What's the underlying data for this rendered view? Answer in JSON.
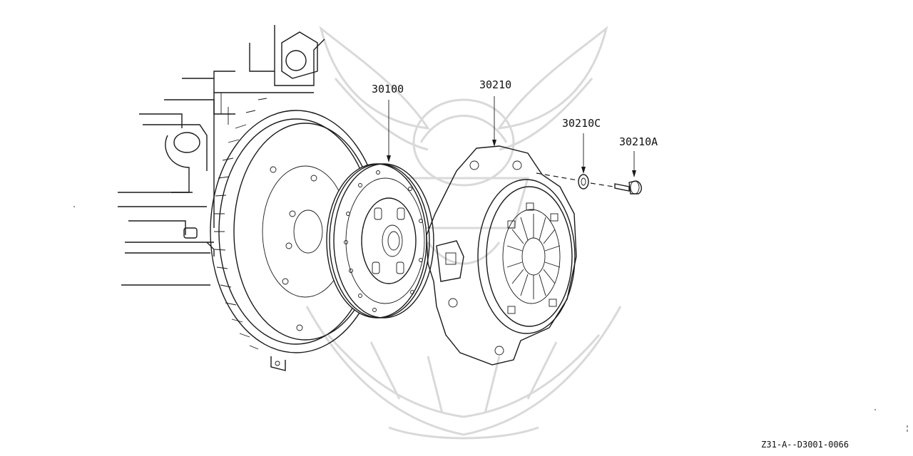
{
  "parts": [
    {
      "id": "clutch-disc",
      "label": "30100"
    },
    {
      "id": "pressure-plate",
      "label": "30210"
    },
    {
      "id": "washer",
      "label": "30210C"
    },
    {
      "id": "bolt",
      "label": "30210A"
    }
  ],
  "diagram_ref": "Z31-A--D3001-0066",
  "colors": {
    "ink": "#1a1a1a",
    "watermark": "#d9d9d9",
    "background": "#ffffff"
  }
}
